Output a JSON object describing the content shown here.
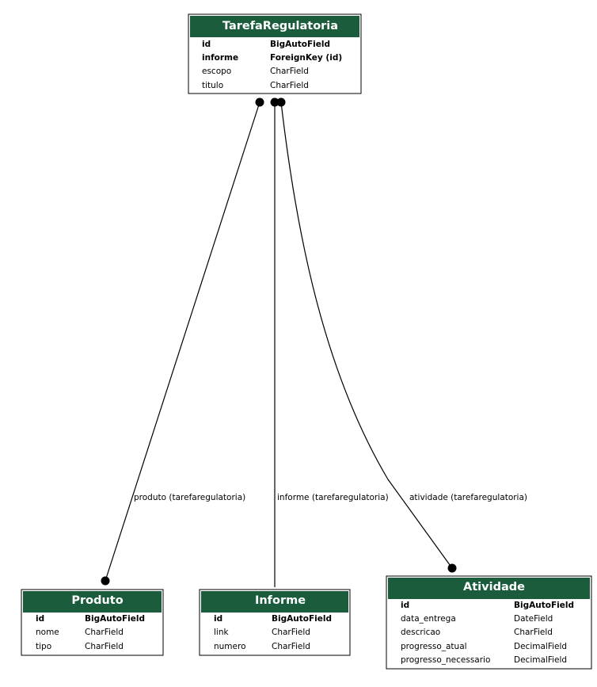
{
  "diagram": {
    "colors": {
      "header": "#1a5c3c",
      "border": "#000000",
      "background": "#ffffff"
    },
    "entities": {
      "tarefa": {
        "name": "TarefaRegulatoria",
        "fields": [
          {
            "name": "id",
            "type": "BigAutoField",
            "key": true
          },
          {
            "name": "informe",
            "type": "ForeignKey (id)",
            "key": true
          },
          {
            "name": "escopo",
            "type": "CharField",
            "key": false
          },
          {
            "name": "titulo",
            "type": "CharField",
            "key": false
          }
        ]
      },
      "produto": {
        "name": "Produto",
        "fields": [
          {
            "name": "id",
            "type": "BigAutoField",
            "key": true
          },
          {
            "name": "nome",
            "type": "CharField",
            "key": false
          },
          {
            "name": "tipo",
            "type": "CharField",
            "key": false
          }
        ]
      },
      "informe": {
        "name": "Informe",
        "fields": [
          {
            "name": "id",
            "type": "BigAutoField",
            "key": true
          },
          {
            "name": "link",
            "type": "CharField",
            "key": false
          },
          {
            "name": "numero",
            "type": "CharField",
            "key": false
          }
        ]
      },
      "atividade": {
        "name": "Atividade",
        "fields": [
          {
            "name": "id",
            "type": "BigAutoField",
            "key": true
          },
          {
            "name": "data_entrega",
            "type": "DateField",
            "key": false
          },
          {
            "name": "descricao",
            "type": "CharField",
            "key": false
          },
          {
            "name": "progresso_atual",
            "type": "DecimalField",
            "key": false
          },
          {
            "name": "progresso_necessario",
            "type": "DecimalField",
            "key": false
          }
        ]
      }
    },
    "relations": {
      "produto": {
        "label": "produto (tarefaregulatoria)"
      },
      "informe": {
        "label": "informe (tarefaregulatoria)"
      },
      "atividade": {
        "label": "atividade (tarefaregulatoria)"
      }
    }
  }
}
